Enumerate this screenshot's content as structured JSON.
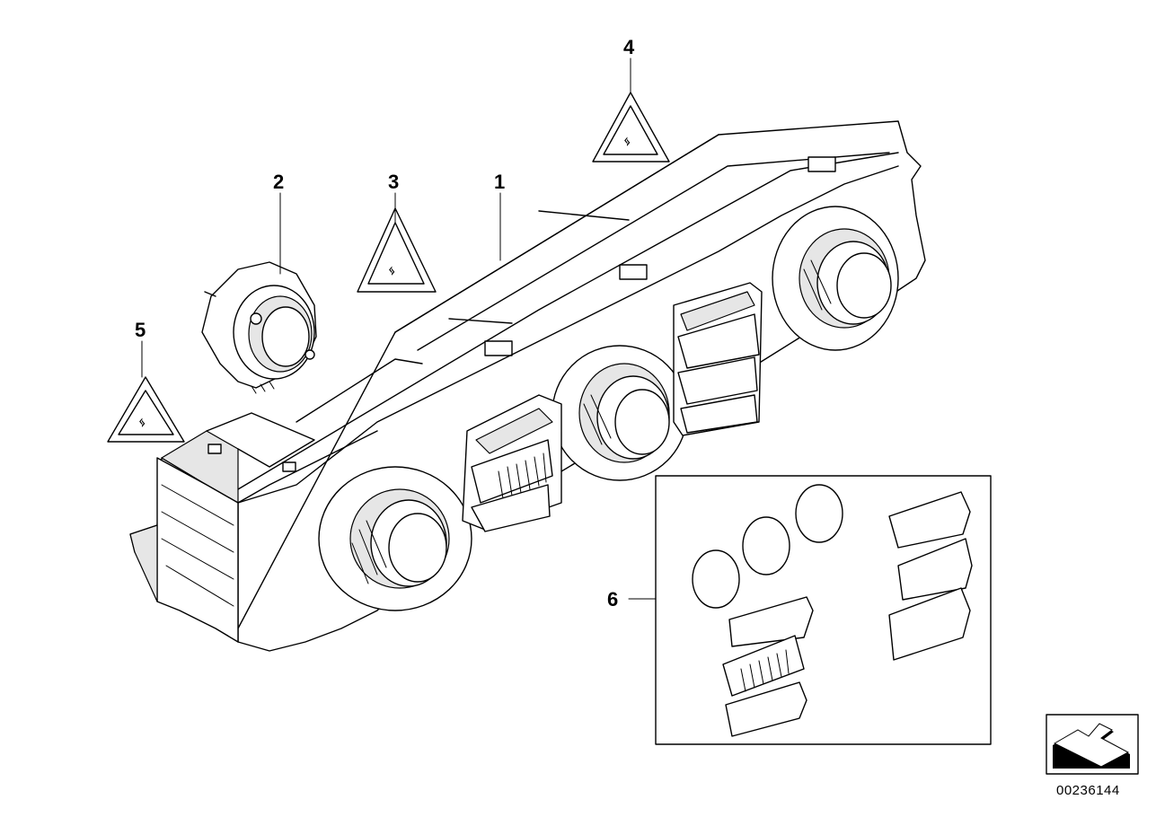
{
  "callouts": {
    "c1": "1",
    "c2": "2",
    "c3": "3",
    "c4": "4",
    "c5": "5",
    "c6": "6"
  },
  "document_number": "00236144",
  "icons": {
    "warning_triangle": "esd-warning-triangle-icon",
    "view_arrow": "view-direction-arrow-icon"
  },
  "colors": {
    "line": "#000000",
    "background": "#ffffff"
  }
}
